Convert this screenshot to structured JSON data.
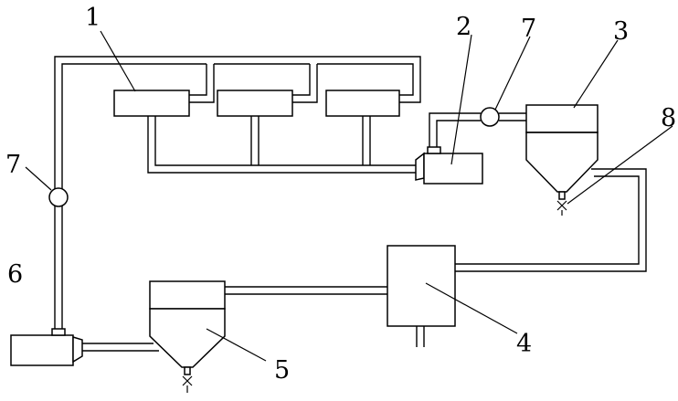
{
  "labels": {
    "unit_1": "1",
    "unit_2": "2",
    "unit_3": "3",
    "unit_4": "4",
    "unit_5": "5",
    "unit_6": "6",
    "unit_7_left": "7",
    "unit_7_right": "7",
    "unit_8": "8"
  },
  "colors": {
    "line": "#000000",
    "background": "#ffffff"
  }
}
